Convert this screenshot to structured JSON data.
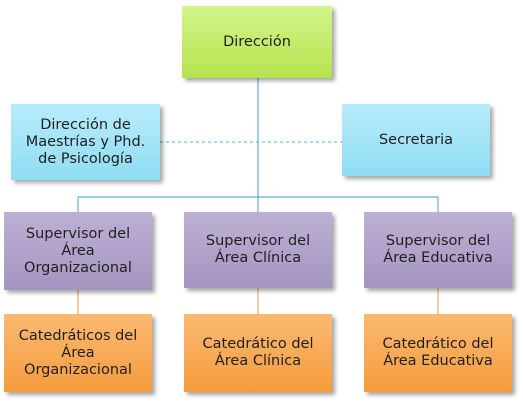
{
  "top": {
    "label": "Dirección",
    "color": "#c2ea6b"
  },
  "left_staff": {
    "lines": [
      "Dirección de",
      "Maestrías y Phd.",
      "de Psicología"
    ],
    "color": "#a4e3f6"
  },
  "right_staff": {
    "label": "Secretaria",
    "color": "#a4e3f6"
  },
  "supervisors": [
    {
      "lines": [
        "Supervisor del",
        "Área",
        "Organizacional"
      ]
    },
    {
      "lines": [
        "Supervisor del",
        "Área Clínica"
      ]
    },
    {
      "lines": [
        "Supervisor del",
        "Área Educativa"
      ]
    }
  ],
  "faculty": [
    {
      "lines": [
        "Catedráticos del",
        "Área",
        "Organizacional"
      ]
    },
    {
      "lines": [
        "Catedrático del",
        "Área Clínica"
      ]
    },
    {
      "lines": [
        "Catedrático del",
        "Área Educativa"
      ]
    }
  ],
  "colors": {
    "supervisor": "#ad9fc8",
    "faculty": "#f7a851",
    "solid_line": "#5fb0d0",
    "dashed_line": "#5fb0d0",
    "orange_line": "#f2a663"
  }
}
